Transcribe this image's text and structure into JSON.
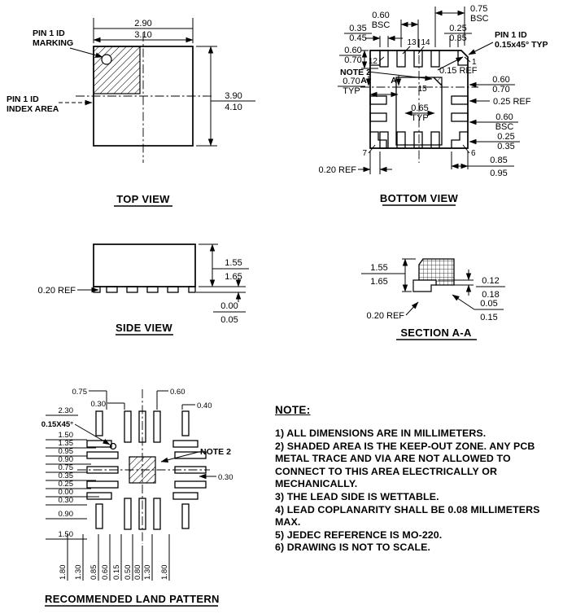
{
  "drawing": {
    "ink_color": "#000000",
    "background_color": "#ffffff"
  },
  "top_view": {
    "title": "TOP VIEW",
    "pin1_marking_line1": "PIN 1 ID",
    "pin1_marking_line2": "MARKING",
    "pin1_index_line1": "PIN 1 ID",
    "pin1_index_line2": "INDEX AREA",
    "width_min": "2.90",
    "width_max": "3.10",
    "height_min": "3.90",
    "height_max": "4.10"
  },
  "bottom_view": {
    "title": "BOTTOM VIEW",
    "pitch_top_val": "0.60",
    "pitch_top_unit": "BSC",
    "corner_pitch_val": "0.75",
    "corner_pitch_unit": "BSC",
    "lead_width_min": "0.35",
    "lead_width_max": "0.45",
    "corner_lead_min": "0.25",
    "corner_lead_max": "0.35",
    "pin1_label_line1": "PIN 1 ID",
    "pin1_label_line2": "0.15x45° TYP",
    "left_lead_min": "0.60",
    "left_lead_max": "0.70",
    "note2_label": "NOTE 2",
    "chamfer_ref": "0.15 REF",
    "section_offset_val": "0.70",
    "section_offset_unit": "TYP",
    "section_mark": "A",
    "right_lead_min": "0.60",
    "right_lead_max": "0.70",
    "pad_ref": "0.25 REF",
    "center_pitch_val": "0.65",
    "center_pitch_unit": "TYP",
    "right_pitch_val": "0.60",
    "right_pitch_unit": "BSC",
    "right_lead2_min": "0.25",
    "right_lead2_max": "0.35",
    "corner_len_min": "0.85",
    "corner_len_max": "0.95",
    "edge_ref": "0.20 REF",
    "pin_13": "13",
    "pin_14": "14",
    "pin_12": "12",
    "pin_1": "1",
    "pin_15": "15",
    "pin_7": "7",
    "pin_6": "6"
  },
  "side_view": {
    "title": "SIDE VIEW",
    "height_min": "1.55",
    "height_max": "1.65",
    "lead_ref": "0.20 REF",
    "standoff_min": "0.00",
    "standoff_max": "0.05"
  },
  "section_aa": {
    "title": "SECTION A-A",
    "height_min": "1.55",
    "height_max": "1.65",
    "flank_min": "0.12",
    "flank_max": "0.18",
    "step_min": "0.05",
    "step_max": "0.15",
    "lead_ref": "0.20 REF"
  },
  "land_pattern": {
    "title": "RECOMMENDED LAND PATTERN",
    "top_dims": [
      "0.75",
      "0.30",
      "0.60",
      "0.40"
    ],
    "chamfer": "0.15X45°",
    "note2_label": "NOTE 2",
    "left_dims": [
      "2.30",
      "1.50",
      "1.35",
      "0.95",
      "0.90",
      "0.75",
      "0.35",
      "0.25",
      "0.00",
      "0.30"
    ],
    "left_dims_lower": [
      "0.90",
      "1.50"
    ],
    "right_dim": "0.30",
    "bottom_dims": [
      "1.80",
      "1.30",
      "0.85",
      "0.60",
      "0.15",
      "0.50",
      "0.80",
      "1.30",
      "1.80"
    ]
  },
  "notes": {
    "title": "NOTE:",
    "items": [
      "1) ALL DIMENSIONS ARE IN MILLIMETERS.",
      "2) SHADED AREA IS THE KEEP-OUT ZONE. ANY PCB METAL TRACE AND VIA ARE NOT ALLOWED TO CONNECT TO THIS AREA ELECTRICALLY OR MECHANICALLY.",
      "3) THE LEAD SIDE IS WETTABLE.",
      "4) LEAD COPLANARITY SHALL BE 0.08 MILLIMETERS MAX.",
      "5) JEDEC REFERENCE IS MO-220.",
      "6) DRAWING IS NOT TO SCALE."
    ]
  }
}
